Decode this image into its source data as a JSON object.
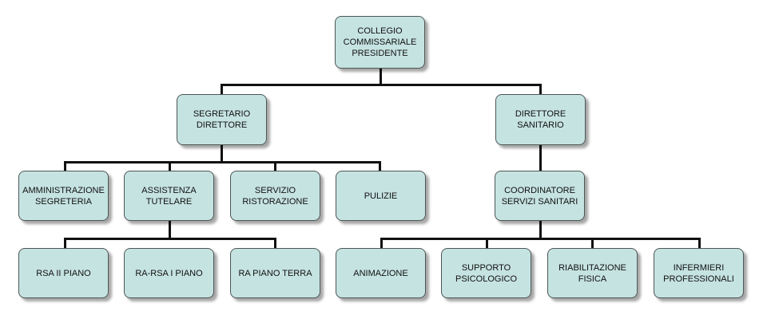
{
  "nodes": {
    "presidente": "COLLEGIO\nCOMMISSARIALE\nPRESIDENTE",
    "segretario": "SEGRETARIO\nDIRETTORE",
    "direttore_sanitario": "DIRETTORE\nSANITARIO",
    "amministrazione": "AMMINISTRAZIONE\nSEGRETERIA",
    "assistenza": "ASSISTENZA\nTUTELARE",
    "ristorazione": "SERVIZIO\nRISTORAZIONE",
    "pulizie": "PULIZIE",
    "coordinatore": "COORDINATORE\nSERVIZI SANITARI",
    "rsa2": "RSA II PIANO",
    "rarsa1": "RA-RSA I PIANO",
    "rapt": "RA PIANO TERRA",
    "animazione": "ANIMAZIONE",
    "supporto": "SUPPORTO\nPSICOLOGICO",
    "riabilitazione": "RIABILITAZIONE\nFISICA",
    "infermieri": "INFERMIERI\nPROFESSIONALI"
  },
  "colors": {
    "box_fill": "#c5e3e1",
    "box_border": "#4d5656",
    "connector": "#111111"
  }
}
